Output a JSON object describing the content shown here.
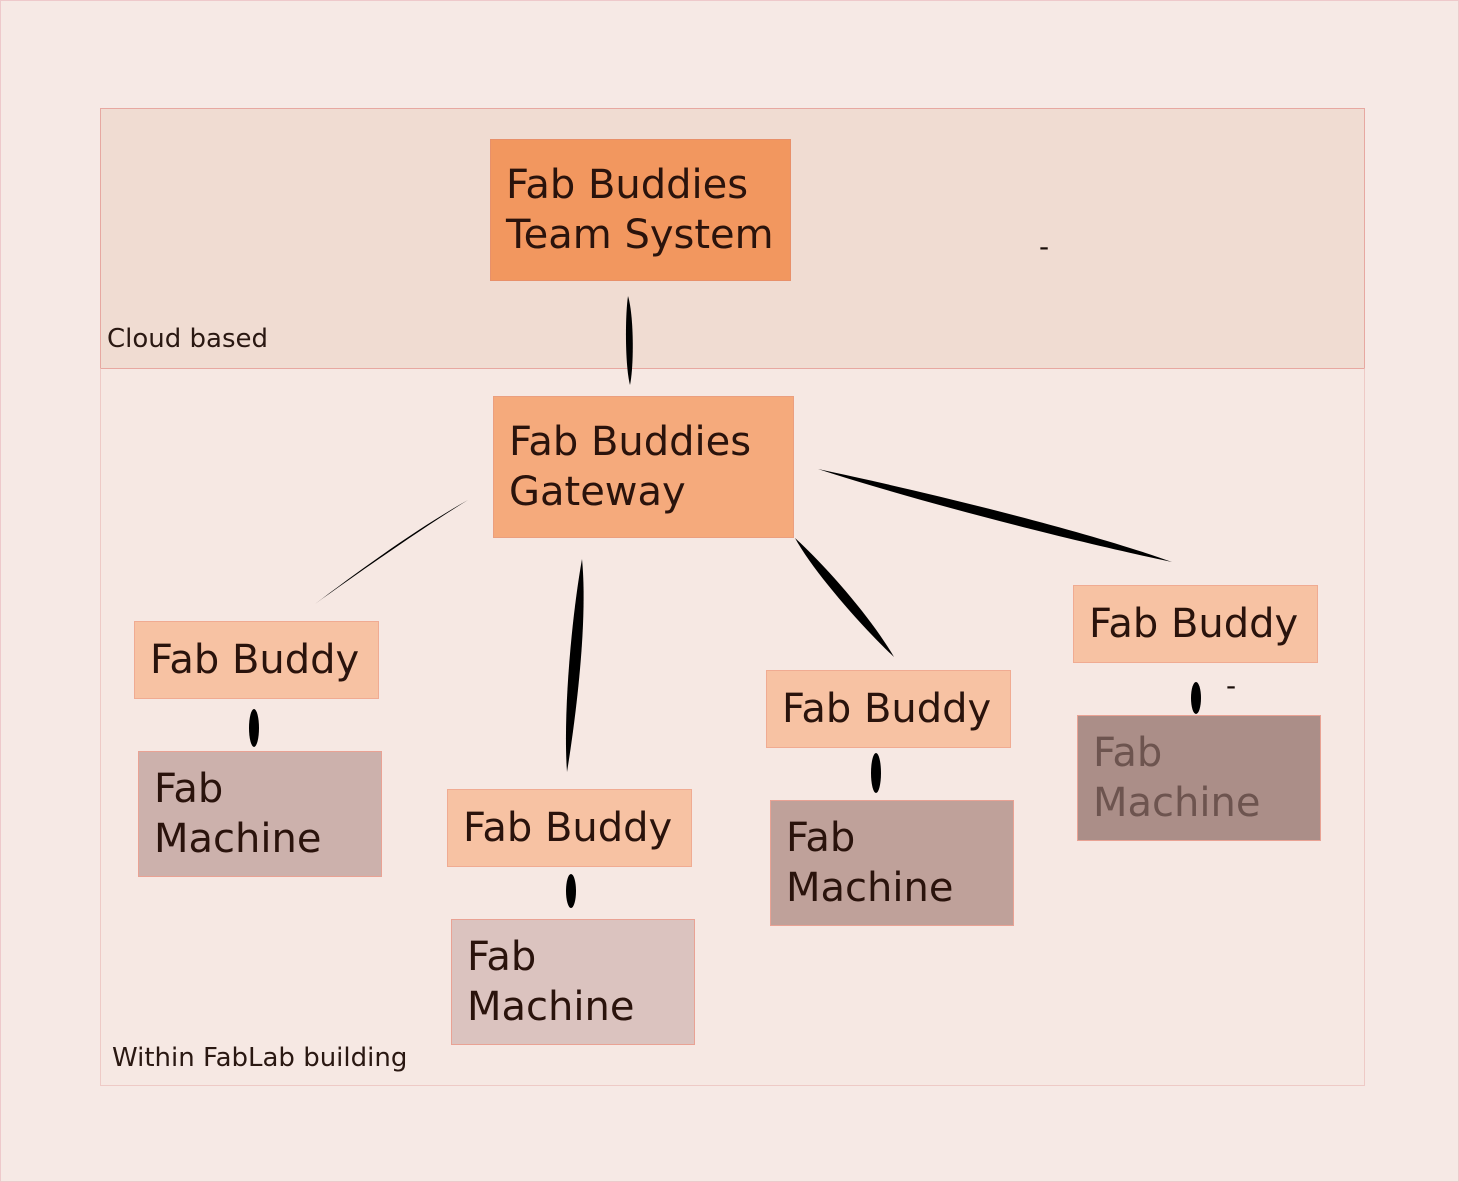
{
  "zones": {
    "cloud_label": "Cloud based",
    "building_label": "Within FabLab building"
  },
  "nodes": {
    "team_system": {
      "line1": "Fab Buddies",
      "line2": "Team System"
    },
    "gateway": {
      "line1": "Fab Buddies",
      "line2": "Gateway"
    },
    "buddies": [
      {
        "label": "Fab Buddy"
      },
      {
        "label": "Fab Buddy"
      },
      {
        "label": "Fab Buddy"
      },
      {
        "label": "Fab Buddy"
      }
    ],
    "machines": [
      {
        "line1": "Fab",
        "line2": "Machine"
      },
      {
        "line1": "Fab",
        "line2": "Machine"
      },
      {
        "line1": "Fab",
        "line2": "Machine"
      },
      {
        "line1": "Fab",
        "line2": "Machine"
      }
    ]
  },
  "marks": {
    "dash_top": "-",
    "dash_right": "-"
  },
  "colors": {
    "background": "#f6e9e5",
    "team_system": "#f2975f",
    "gateway": "#f5aa7c",
    "buddy": "#f7c2a3",
    "connector": "#000000"
  }
}
